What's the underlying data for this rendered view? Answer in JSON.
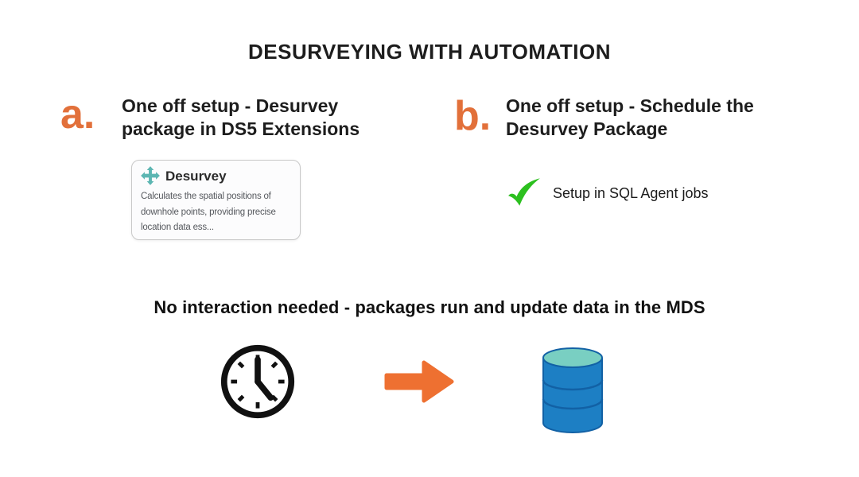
{
  "title": "DESURVEYING WITH AUTOMATION",
  "section_a": {
    "label": "a.",
    "heading_lines": [
      "One off setup - Desurvey",
      "package in DS5 Extensions"
    ],
    "card": {
      "icon": "move-cross-icon",
      "title": "Desurvey",
      "description_lines": [
        "Calculates the spatial positions of",
        "downhole points, providing precise",
        "location data ess..."
      ]
    }
  },
  "section_b": {
    "label": "b.",
    "heading_lines": [
      "One off setup - Schedule the",
      "Desurvey Package"
    ],
    "checklist_item": "Setup in SQL Agent jobs",
    "check_icon": "check-icon"
  },
  "bottom": {
    "heading": "No interaction needed - packages run and update data in the MDS",
    "flow_icons": [
      "clock-icon",
      "arrow-right-icon",
      "database-icon"
    ]
  },
  "colors": {
    "accent_orange": "#E2703A",
    "arrow_orange": "#EE7031",
    "check_green": "#2CC01F",
    "teal": "#5CB6B2",
    "db_blue": "#1D7FC4",
    "db_blue_dark": "#1261A5",
    "db_teal_top": "#79CFC2",
    "ink": "#1D1D1D",
    "muted": "#56595E"
  }
}
